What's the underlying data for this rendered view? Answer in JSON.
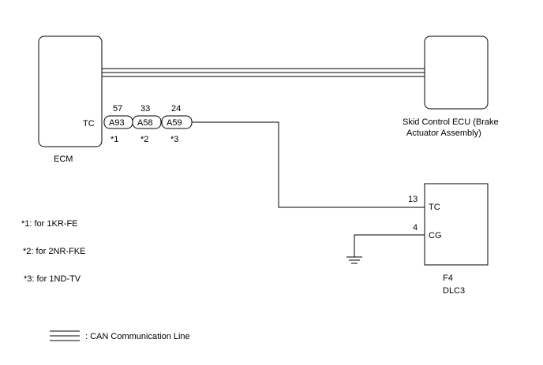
{
  "ecm": {
    "name": "ECM",
    "pin_label": "TC"
  },
  "skid_ecu": {
    "name_line1": "Skid Control ECU (Brake",
    "name_line2": "Actuator Assembly)"
  },
  "connectors": [
    {
      "pin": "57",
      "id": "A93",
      "note": "*1"
    },
    {
      "pin": "33",
      "id": "A58",
      "note": "*2"
    },
    {
      "pin": "24",
      "id": "A59",
      "note": "*3"
    }
  ],
  "dlc3": {
    "connector_id": "F4",
    "name": "DLC3",
    "pins": [
      {
        "number": "13",
        "label": "TC"
      },
      {
        "number": "4",
        "label": "CG"
      }
    ]
  },
  "notes": [
    "*1: for 1KR-FE",
    "*2: for 2NR-FKE",
    "*3: for 1ND-TV"
  ],
  "legend": {
    "can_label": ": CAN Communication Line"
  }
}
